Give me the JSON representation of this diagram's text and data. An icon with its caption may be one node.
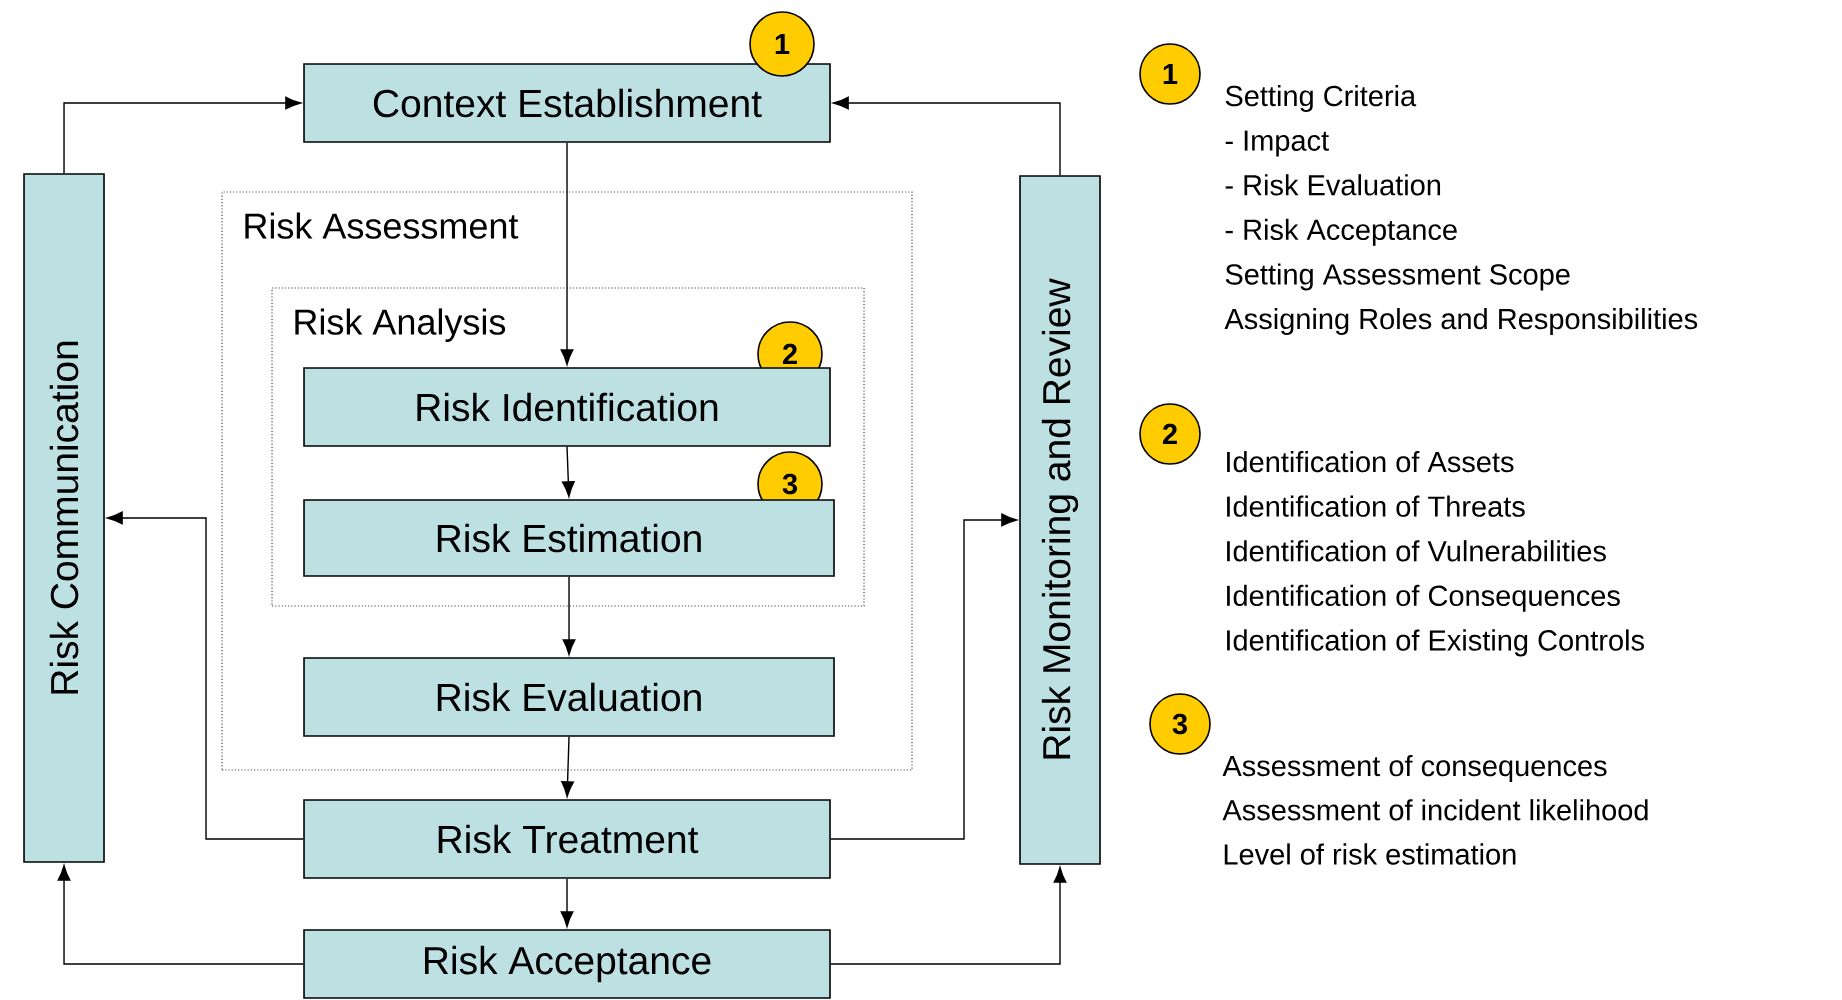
{
  "diagram": {
    "nodes": [
      {
        "text": [
          "Context Establishment"
        ]
      },
      {
        "text": [
          "1"
        ]
      },
      {
        "text": [
          "Risk Communication"
        ]
      },
      {
        "text": [
          "Risk Assessment"
        ]
      },
      {
        "text": [
          "Risk Analysis"
        ],
        "in": 3
      },
      {
        "text": [
          "2"
        ],
        "in": 4
      },
      {
        "text": [
          "Risk Identification"
        ],
        "in": 4
      },
      {
        "text": [
          "3"
        ],
        "in": 4
      },
      {
        "text": [
          "Risk Estimation"
        ],
        "in": 4
      },
      {
        "text": [
          "Risk Evaluation"
        ],
        "in": 3
      },
      {
        "text": [
          "Risk Treatment"
        ]
      },
      {
        "text": [
          "Risk Acceptance"
        ]
      },
      {
        "text": [
          "Risk Monitoring and Review"
        ]
      },
      {
        "text": [
          "1"
        ],
        "beside": [
          "Setting Criteria",
          "- Impact",
          "- Risk Evaluation",
          "- Risk Acceptance",
          "Setting Assessment Scope",
          "Assigning Roles and Responsibilities"
        ]
      },
      {
        "text": [
          "2"
        ],
        "beside": [
          "Identification of Assets",
          "Identification of Threats",
          "Identification of Vulnerabilities",
          "Identification of Consequences",
          "Identification of Existing Controls"
        ]
      },
      {
        "text": [
          "3"
        ],
        "beside": [
          "Assessment of consequences",
          "Assessment of incident likelihood",
          "Level of risk estimation"
        ]
      }
    ],
    "edges": [
      {
        "from": 2,
        "to": 0,
        "arrow": "to"
      },
      {
        "from": 12,
        "to": 0,
        "arrow": "to"
      },
      {
        "from": 0,
        "to": 6,
        "arrow": "to"
      },
      {
        "from": 6,
        "to": 8,
        "arrow": "to"
      },
      {
        "from": 8,
        "to": 9,
        "arrow": "to"
      },
      {
        "from": 9,
        "to": 10,
        "arrow": "to"
      },
      {
        "from": 10,
        "to": 2,
        "arrow": "to"
      },
      {
        "from": 10,
        "to": 12,
        "arrow": "to"
      },
      {
        "from": 10,
        "to": 11,
        "arrow": "to"
      },
      {
        "from": 11,
        "to": 2,
        "arrow": "to"
      },
      {
        "from": 11,
        "to": 12,
        "arrow": "to"
      }
    ]
  }
}
